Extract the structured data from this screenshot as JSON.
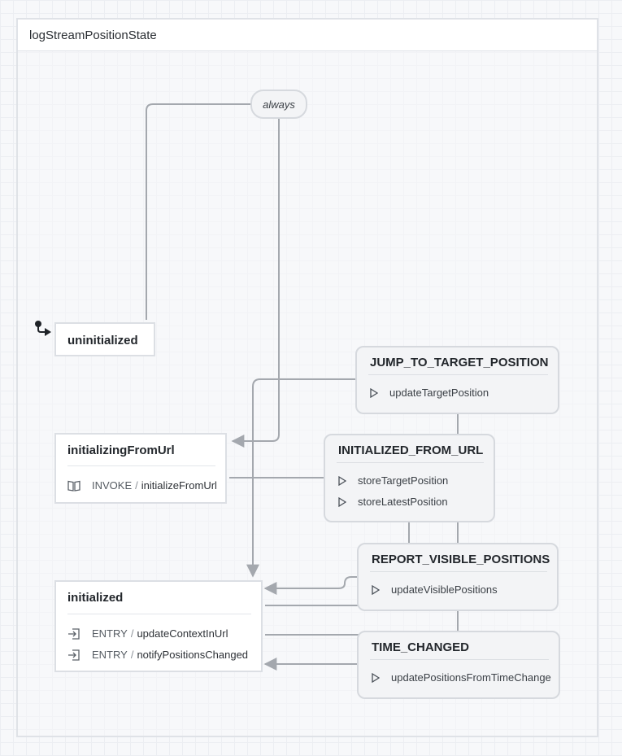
{
  "machine": {
    "title": "logStreamPositionState"
  },
  "transitions": {
    "always_label": "always"
  },
  "states": {
    "uninitialized": {
      "title": "uninitialized"
    },
    "initializingFromUrl": {
      "title": "initializingFromUrl",
      "invoke": {
        "keyword": "INVOKE",
        "separator": "/",
        "action": "initializeFromUrl",
        "icon": "book-icon"
      }
    },
    "initialized": {
      "title": "initialized",
      "entries": [
        {
          "keyword": "ENTRY",
          "separator": "/",
          "action": "updateContextInUrl",
          "icon": "entry-icon"
        },
        {
          "keyword": "ENTRY",
          "separator": "/",
          "action": "notifyPositionsChanged",
          "icon": "entry-icon"
        }
      ]
    }
  },
  "events": {
    "jump": {
      "title": "JUMP_TO_TARGET_POSITION",
      "actions": [
        "updateTargetPosition"
      ]
    },
    "initialized_from_url": {
      "title": "INITIALIZED_FROM_URL",
      "actions": [
        "storeTargetPosition",
        "storeLatestPosition"
      ]
    },
    "report": {
      "title": "REPORT_VISIBLE_POSITIONS",
      "actions": [
        "updateVisiblePositions"
      ]
    },
    "time_changed": {
      "title": "TIME_CHANGED",
      "actions": [
        "updatePositionsFromTimeChange"
      ]
    }
  },
  "colors": {
    "edge": "#a4a8ae",
    "border": "#dcdfe4",
    "event_bg": "#f3f4f6"
  }
}
